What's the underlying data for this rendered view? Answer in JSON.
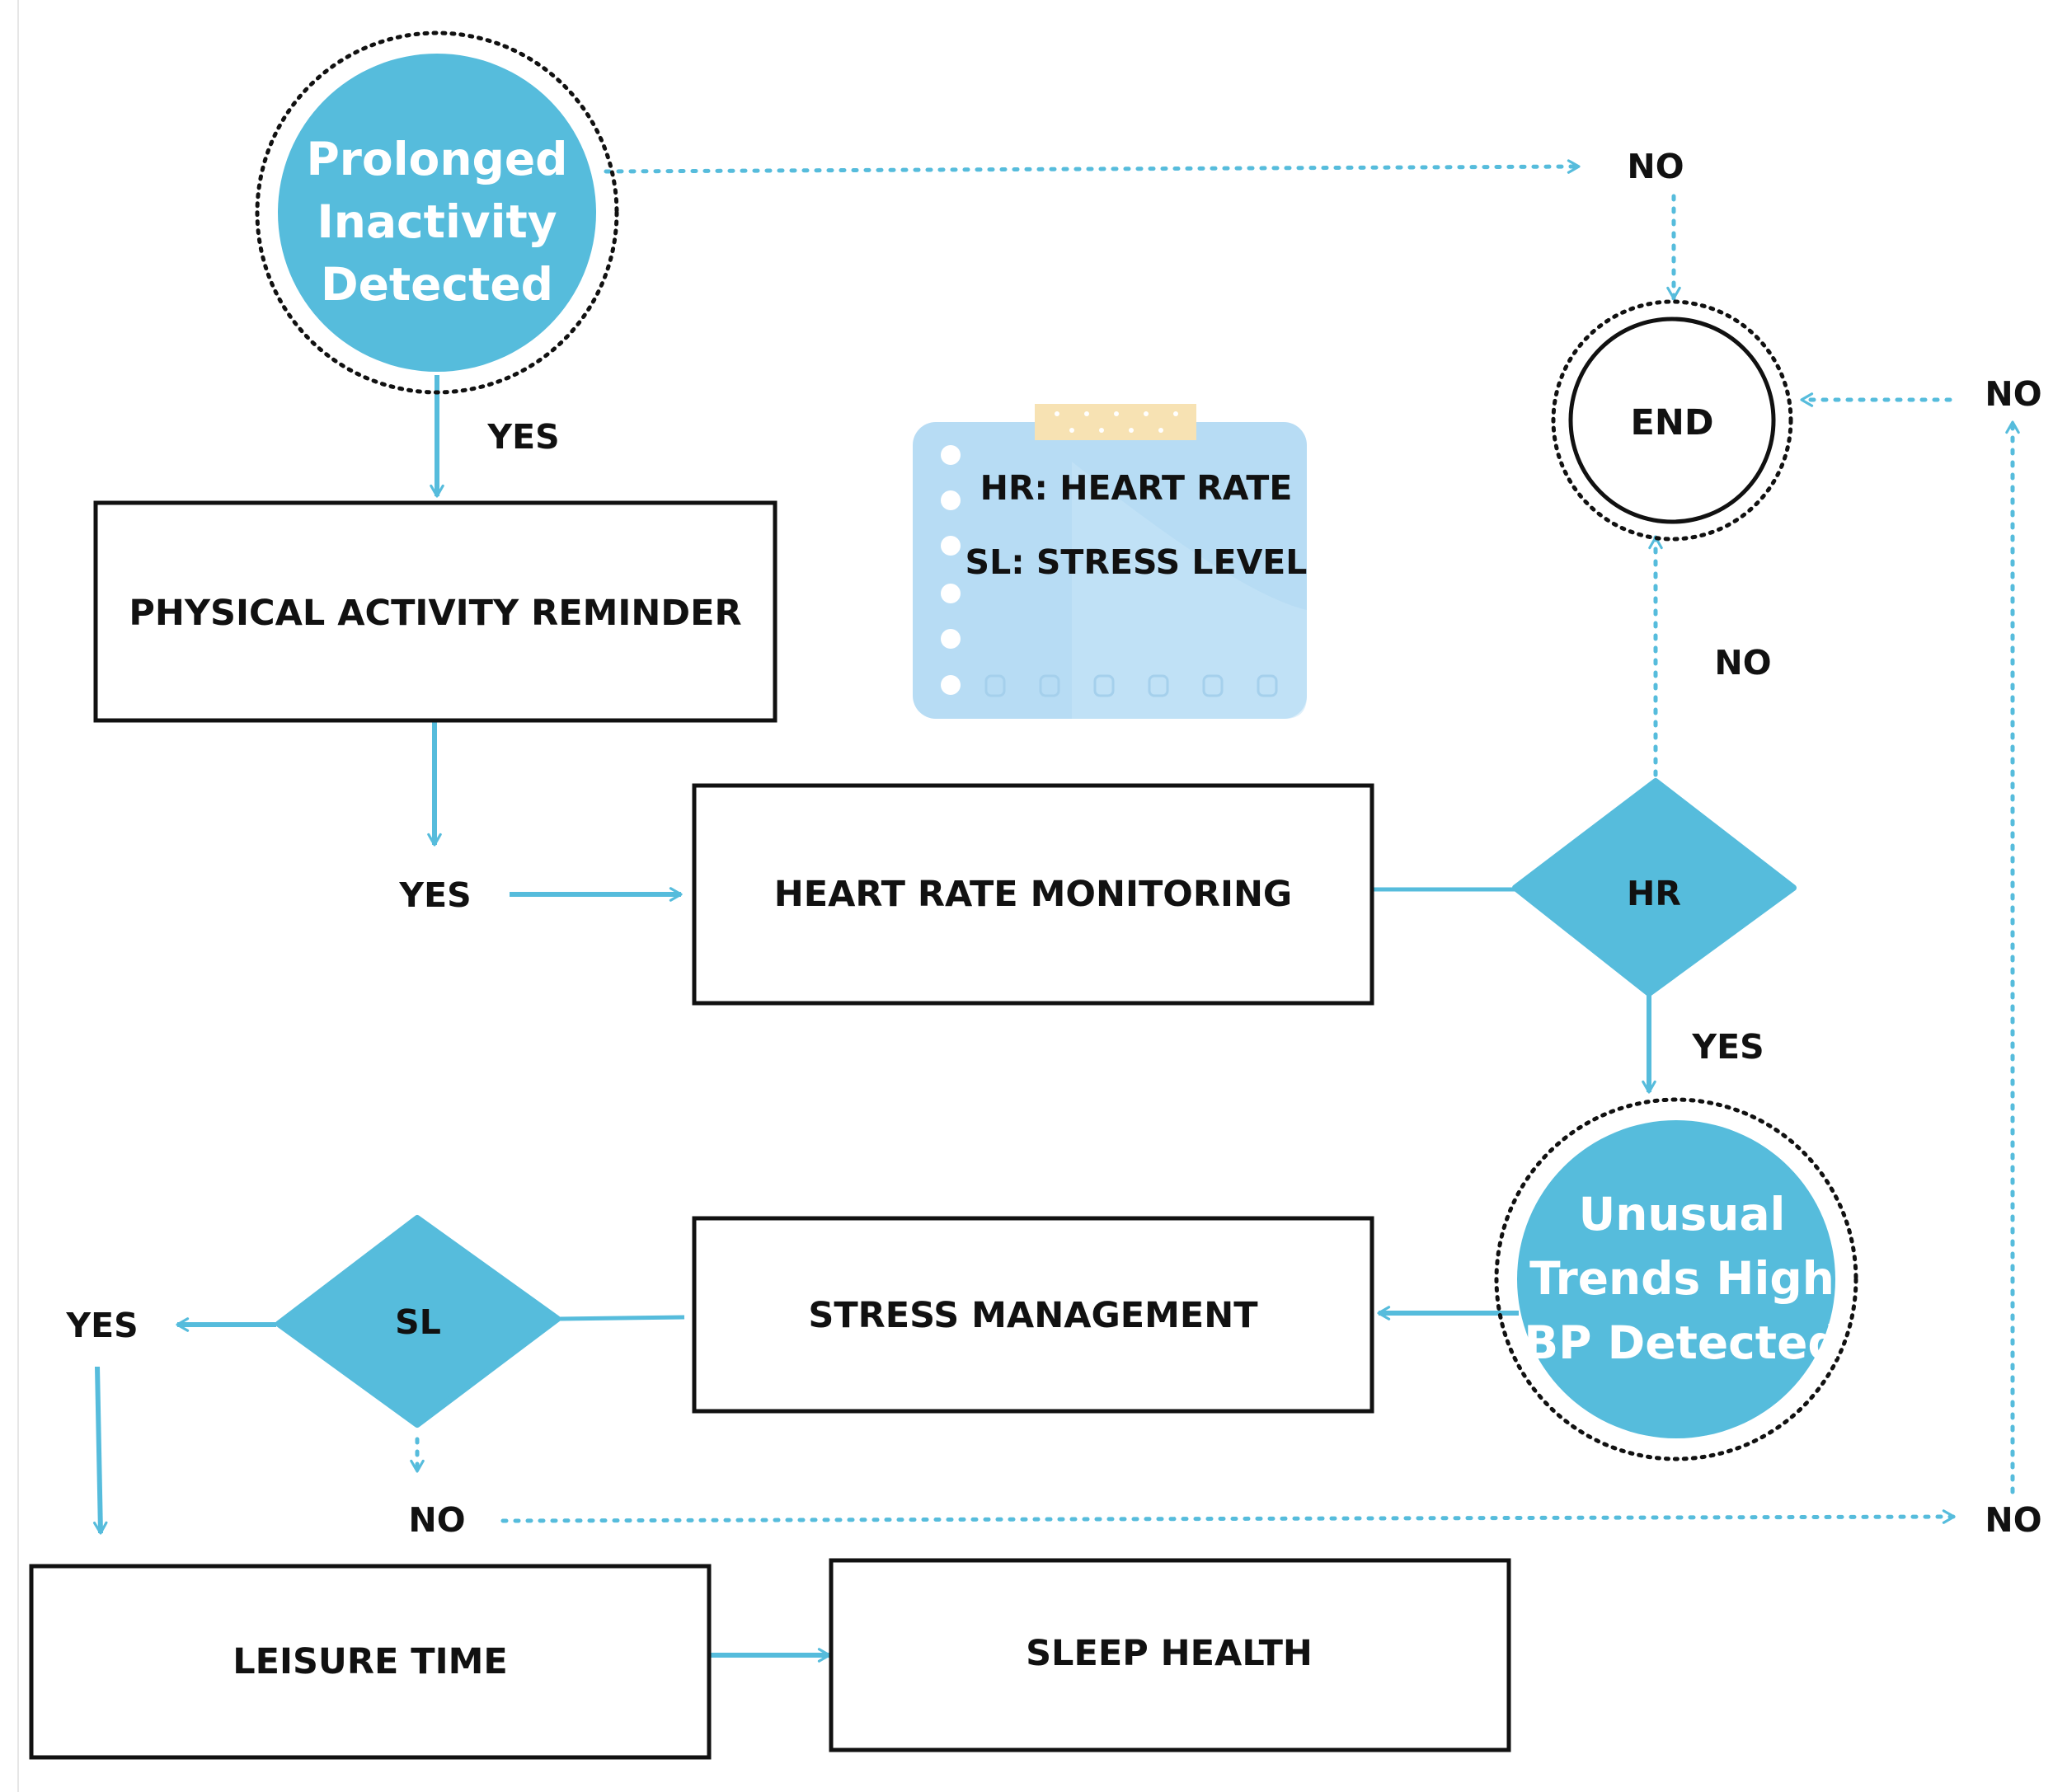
{
  "colors": {
    "accent": "#56bcdc",
    "legend_bg": "#b7dcf4",
    "tape": "#f7e2b3",
    "stroke": "#111111"
  },
  "nodes": {
    "start": {
      "lines": [
        "Prolonged",
        "Inactivity",
        "Detected"
      ]
    },
    "physical_activity": {
      "label": "PHYSICAL ACTIVITY REMINDER"
    },
    "heart_rate_monitoring": {
      "label": "HEART RATE MONITORING"
    },
    "hr_decision": {
      "label": "HR"
    },
    "end": {
      "label": "END"
    },
    "unusual_trends": {
      "lines": [
        "Unusual",
        "Trends High",
        "BP Detected"
      ]
    },
    "stress_management": {
      "label": "STRESS MANAGEMENT"
    },
    "sl_decision": {
      "label": "SL"
    },
    "leisure_time": {
      "label": "LEISURE TIME"
    },
    "sleep_health": {
      "label": "SLEEP HEALTH"
    }
  },
  "legend": {
    "items": [
      "HR: HEART RATE",
      "SL: STRESS LEVEL"
    ]
  },
  "edge_labels": {
    "start_yes": "YES",
    "start_no": "NO",
    "reminder_yes": "YES",
    "hr_no": "NO",
    "hr_yes": "YES",
    "sl_yes": "YES",
    "sl_no": "NO",
    "bottom_right_no": "NO",
    "top_right_no": "NO"
  }
}
